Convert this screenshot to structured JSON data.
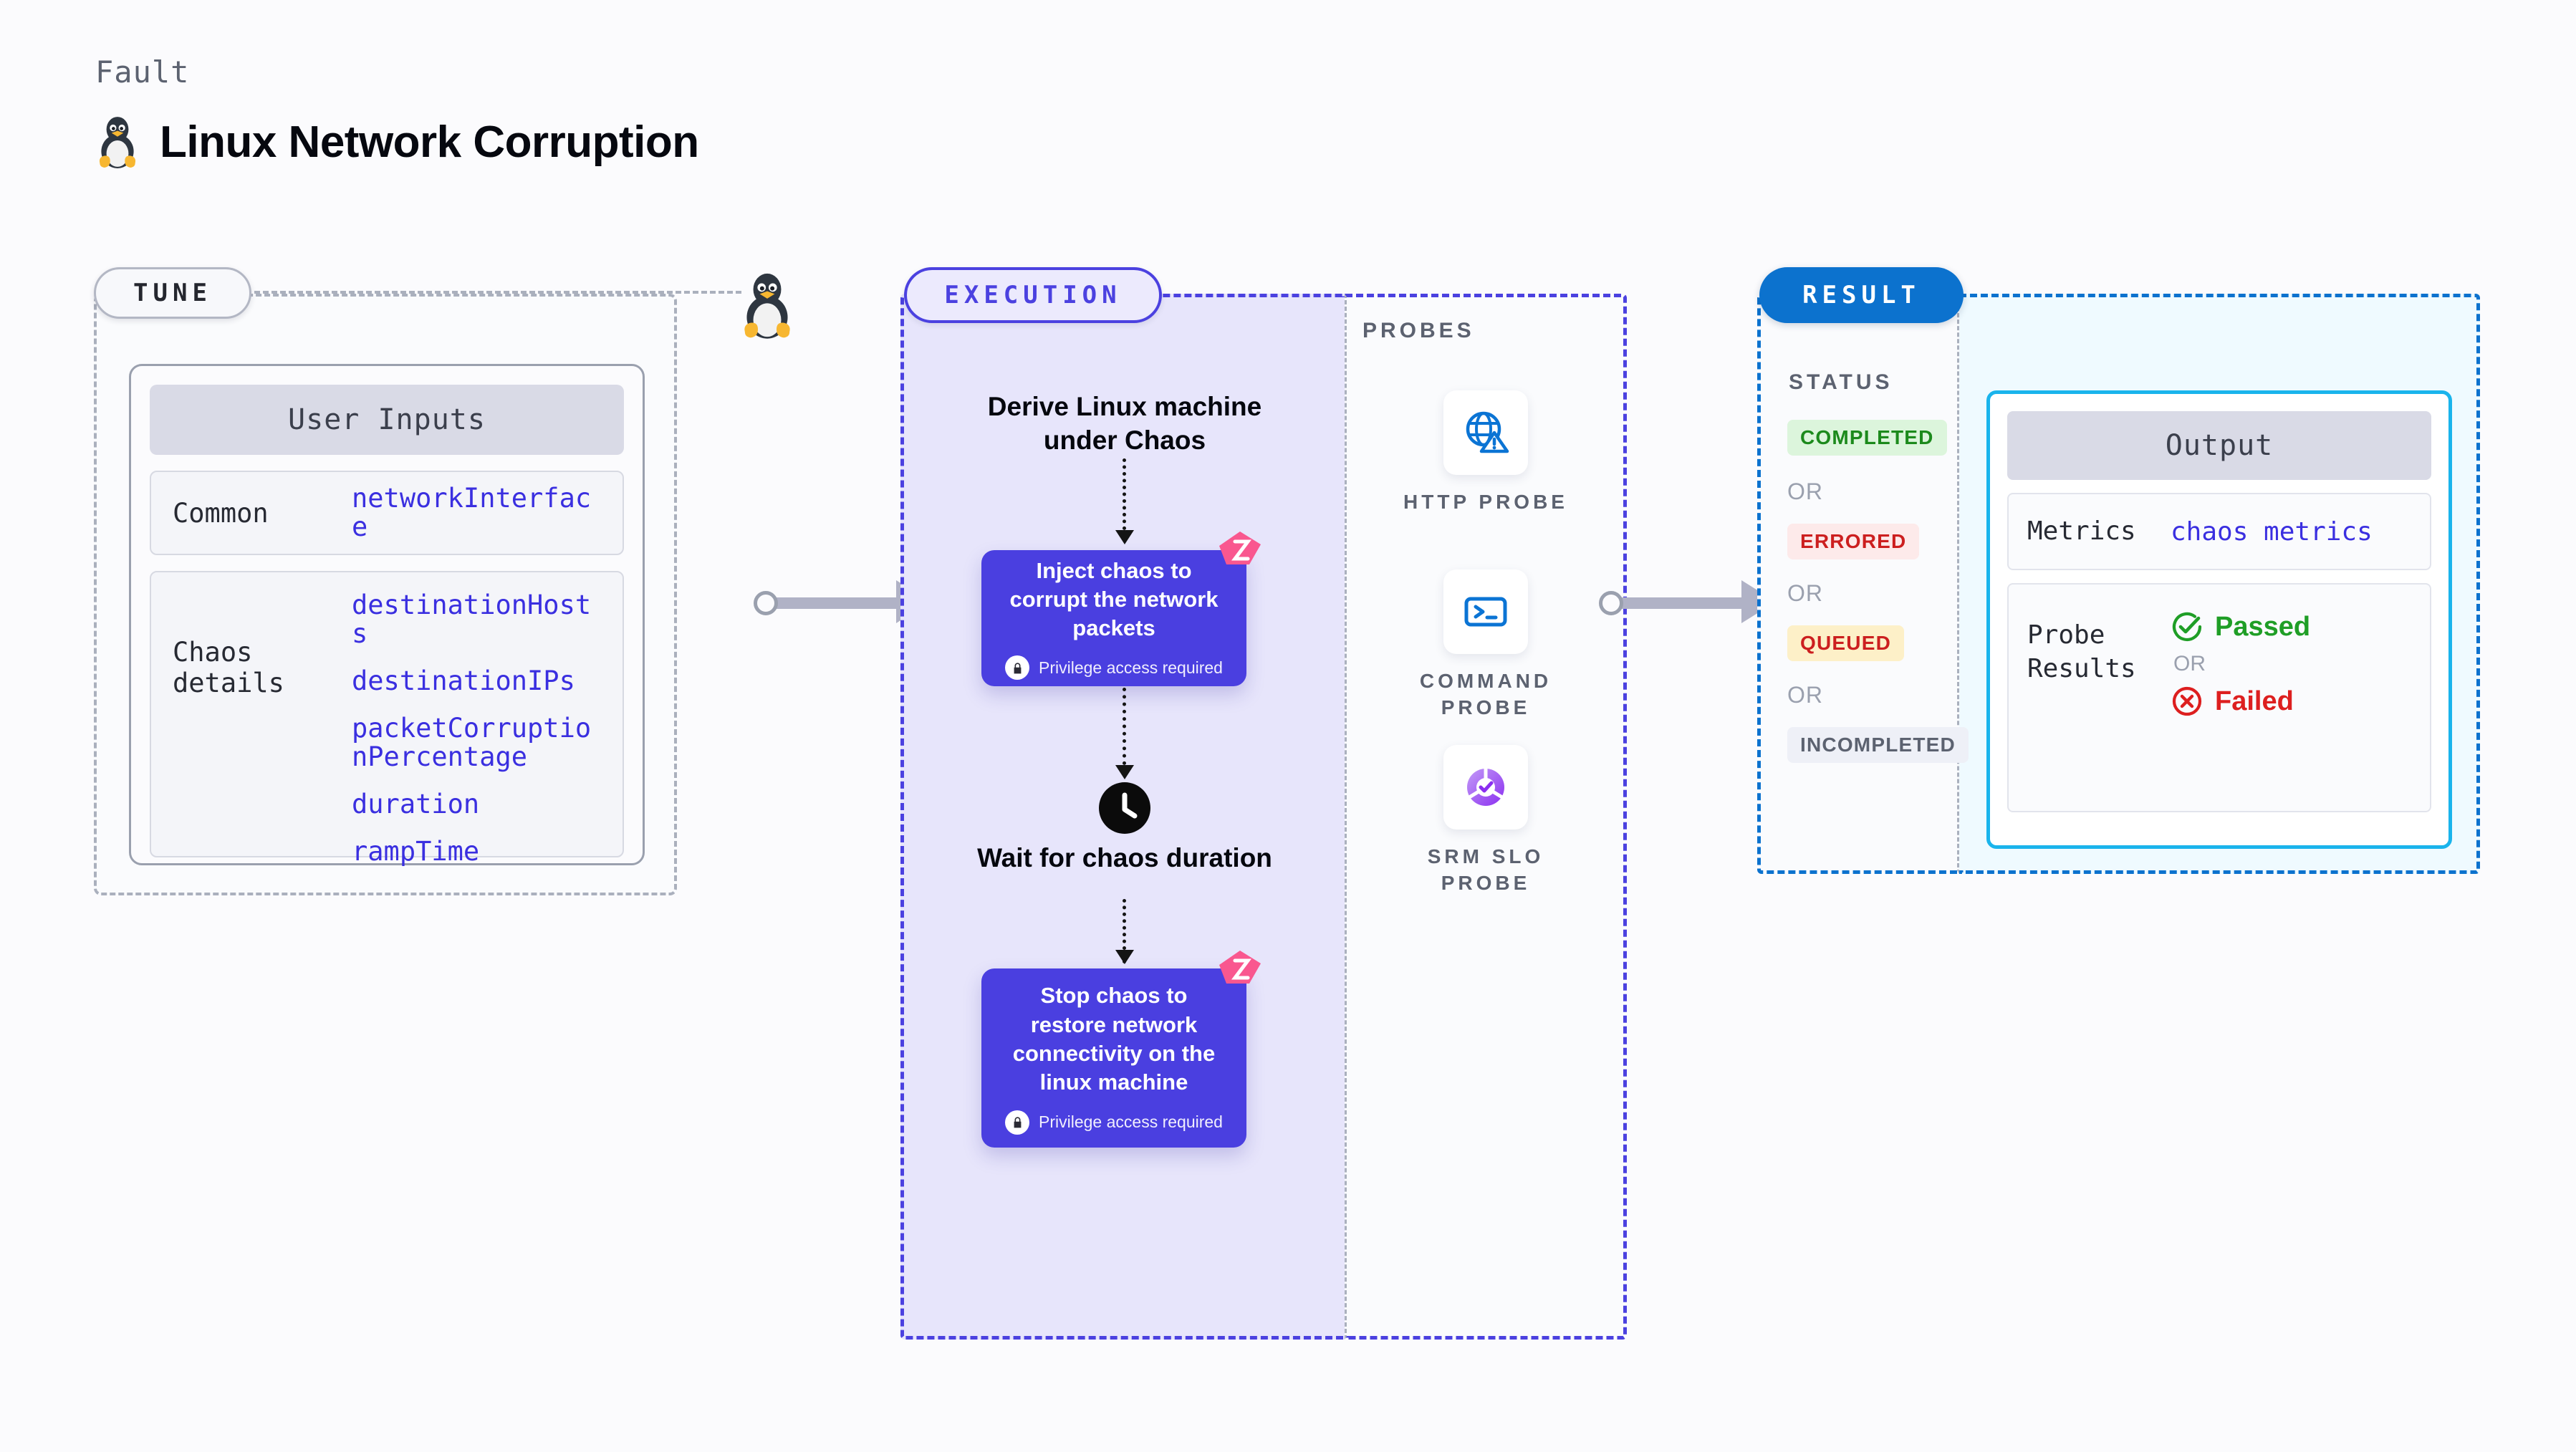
{
  "header": {
    "kind_label": "Fault",
    "title": "Linux Network Corruption",
    "icon": "tux-penguin-icon"
  },
  "tune": {
    "badge": "TUNE",
    "card_title": "User Inputs",
    "rows": [
      {
        "key": "Common",
        "values": [
          "networkInterface"
        ]
      },
      {
        "key": "Chaos details",
        "values": [
          "destinationHosts",
          "destinationIPs",
          "packetCorruptionPercentage",
          "duration",
          "rampTime"
        ]
      }
    ]
  },
  "execution": {
    "badge": "EXECUTION",
    "step_derive": "Derive Linux machine under Chaos",
    "step_wait": "Wait for chaos duration",
    "cards": [
      {
        "title": "Inject chaos to corrupt the network packets",
        "note": "Privilege access required"
      },
      {
        "title": "Stop chaos to restore network connectivity on the linux machine",
        "note": "Privilege access required"
      }
    ]
  },
  "probes": {
    "title": "PROBES",
    "items": [
      {
        "label": "HTTP PROBE",
        "icon": "globe-warning-icon"
      },
      {
        "label": "COMMAND PROBE",
        "icon": "terminal-icon"
      },
      {
        "label": "SRM SLO PROBE",
        "icon": "slo-donut-check-icon"
      }
    ]
  },
  "result": {
    "badge": "RESULT",
    "status_title": "STATUS",
    "or_label": "OR",
    "statuses": [
      {
        "label": "COMPLETED",
        "tone": "green"
      },
      {
        "label": "ERRORED",
        "tone": "red"
      },
      {
        "label": "QUEUED",
        "tone": "amber"
      },
      {
        "label": "INCOMPLETED",
        "tone": "gray"
      }
    ],
    "output": {
      "card_title": "Output",
      "metrics_key": "Metrics",
      "metrics_value": "chaos metrics",
      "probe_results_key": "Probe Results",
      "passed": "Passed",
      "failed": "Failed",
      "or_label": "OR"
    }
  },
  "colors": {
    "indigo": "#4a3fe0",
    "blue": "#0c72ce",
    "cyan": "#1ab4ec",
    "pink": "#f9578f",
    "green": "#1f9e26",
    "red": "#dd1f1f",
    "amber": "#fdf0c8",
    "gray_border": "#aab0bd"
  }
}
